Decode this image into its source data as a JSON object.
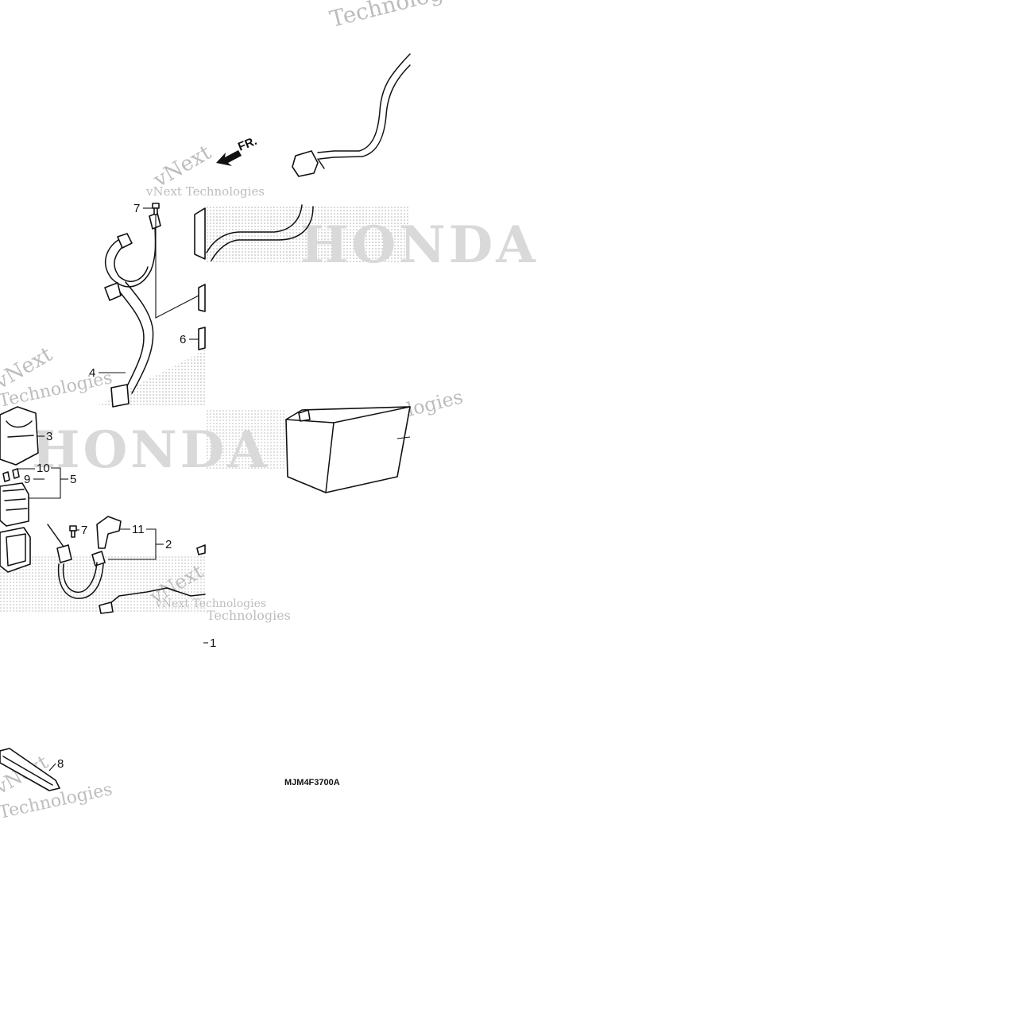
{
  "diagram": {
    "direction_label": "FR.",
    "drawing_code": "MJM4F3700A",
    "brand_watermark": "HONDA",
    "watermark_text": [
      "vNext",
      "Technologies",
      "vNext Technologies"
    ],
    "callouts": {
      "c1": "1",
      "c2": "2",
      "c3": "3",
      "c4": "4",
      "c5": "5",
      "c6": "6",
      "c7a": "7",
      "c7b": "7",
      "c8": "8",
      "c9": "9",
      "c10": "10",
      "c11": "11"
    }
  }
}
